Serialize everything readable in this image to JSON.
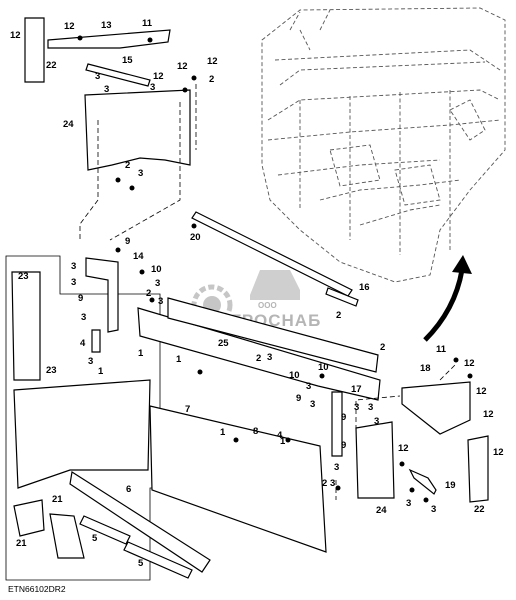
{
  "diagram": {
    "drawing_id": "ETN66102DR2",
    "watermark": {
      "small": "ООО",
      "large": "АГРОСНАБ"
    },
    "callouts": [
      "1",
      "2",
      "3",
      "4",
      "5",
      "6",
      "7",
      "8",
      "9",
      "10",
      "11",
      "12",
      "13",
      "14",
      "15",
      "16",
      "17",
      "18",
      "19",
      "20",
      "21",
      "22",
      "23",
      "24",
      "25"
    ]
  }
}
